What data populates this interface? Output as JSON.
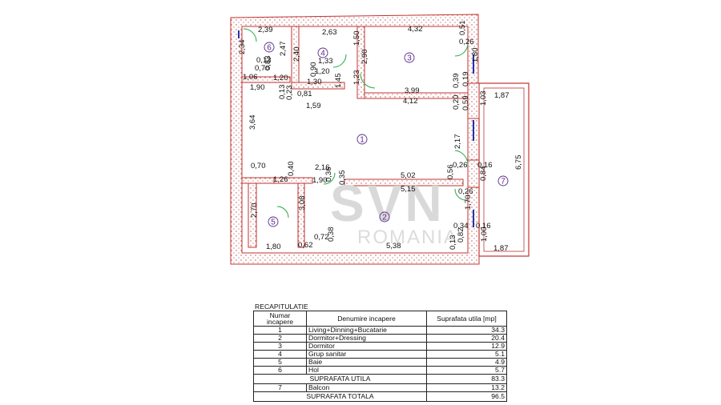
{
  "plan": {
    "dimensions": [
      "2,39",
      "2,63",
      "4,32",
      "2,34",
      "2,47",
      "2,40",
      "1,50",
      "2,90",
      "0,51",
      "0,26",
      "0,13",
      "0,70",
      "1,06",
      "0,83",
      "1,20",
      "1,33",
      "0,90",
      "1,20",
      "1,80",
      "1,90",
      "1,30",
      "1,45",
      "1,23",
      "0,39",
      "0,19",
      "0,81",
      "0,13",
      "0,23",
      "1,59",
      "3,99",
      "4,12",
      "0,20",
      "0,59",
      "1,03",
      "1,87",
      "3,64",
      "6,75",
      "2,17",
      "0,70",
      "2,16",
      "0,36",
      "5,02",
      "0,26",
      "0,16",
      "1,26",
      "0,40",
      "1,90",
      "0,35",
      "0,56",
      "0,84",
      "5,15",
      "0,26",
      "2,70",
      "3,08",
      "1,70",
      "0,34",
      "0,16",
      "1,80",
      "0,62",
      "0,72",
      "0,38",
      "5,38",
      "0,13",
      "0,82",
      "1,00",
      "1,87"
    ],
    "room_numbers": [
      "1",
      "2",
      "3",
      "4",
      "5",
      "6",
      "7"
    ]
  },
  "watermark": {
    "brand": "SVN",
    "sub": "ROMANIA"
  },
  "recap": {
    "title": "RECAPITULATIE",
    "headers": [
      "Numar incapere",
      "Denumire incapere",
      "Suprafata utila [mp]"
    ],
    "rows": [
      {
        "nr": "1",
        "name": "Living+Dinning+Bucatarie",
        "area": "34.3"
      },
      {
        "nr": "2",
        "name": "Dormitor+Dressing",
        "area": "20.4"
      },
      {
        "nr": "3",
        "name": "Dormitor",
        "area": "12.9"
      },
      {
        "nr": "4",
        "name": "Grup  sanitar",
        "area": "5.1"
      },
      {
        "nr": "5",
        "name": "Baie",
        "area": "4.9"
      },
      {
        "nr": "6",
        "name": "Hol",
        "area": "5.7"
      }
    ],
    "utila_label": "SUPRAFATA  UTILA",
    "utila_value": "83.3",
    "balcon": {
      "nr": "7",
      "name": "Balcon",
      "area": "13.2"
    },
    "totala_label": "SUPRAFATA  TOTALA",
    "totala_value": "96.5"
  }
}
